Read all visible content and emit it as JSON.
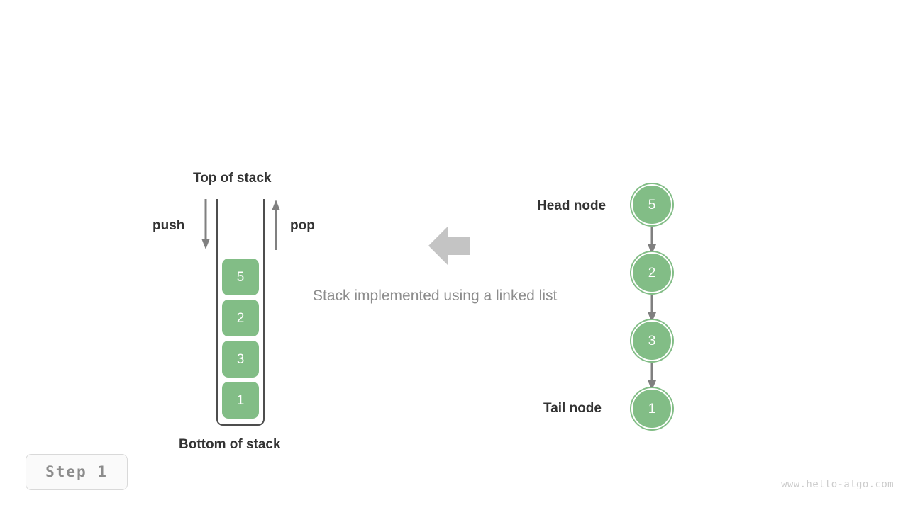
{
  "diagram": {
    "title_top": "Top of stack",
    "title_bottom": "Bottom of stack",
    "push_label": "push",
    "pop_label": "pop",
    "center_caption": "Stack implemented using a linked list",
    "head_label": "Head node",
    "tail_label": "Tail node",
    "step_badge": "Step  1",
    "watermark": "www.hello-algo.com",
    "colors": {
      "node_green": "#82bd86",
      "text_dark": "#333333",
      "text_gray": "#8c8c8c",
      "arrow_gray": "#808080",
      "direction_arrow_gray": "#c4c4c4",
      "wall_dark": "#4d4d4d",
      "badge_border": "#d9d9d9",
      "watermark_gray": "#cccccc"
    },
    "stack": {
      "cells": [
        {
          "value": "5"
        },
        {
          "value": "2"
        },
        {
          "value": "3"
        },
        {
          "value": "1"
        }
      ]
    },
    "linked_list": {
      "nodes": [
        {
          "value": "5"
        },
        {
          "value": "2"
        },
        {
          "value": "3"
        },
        {
          "value": "1"
        }
      ]
    }
  }
}
